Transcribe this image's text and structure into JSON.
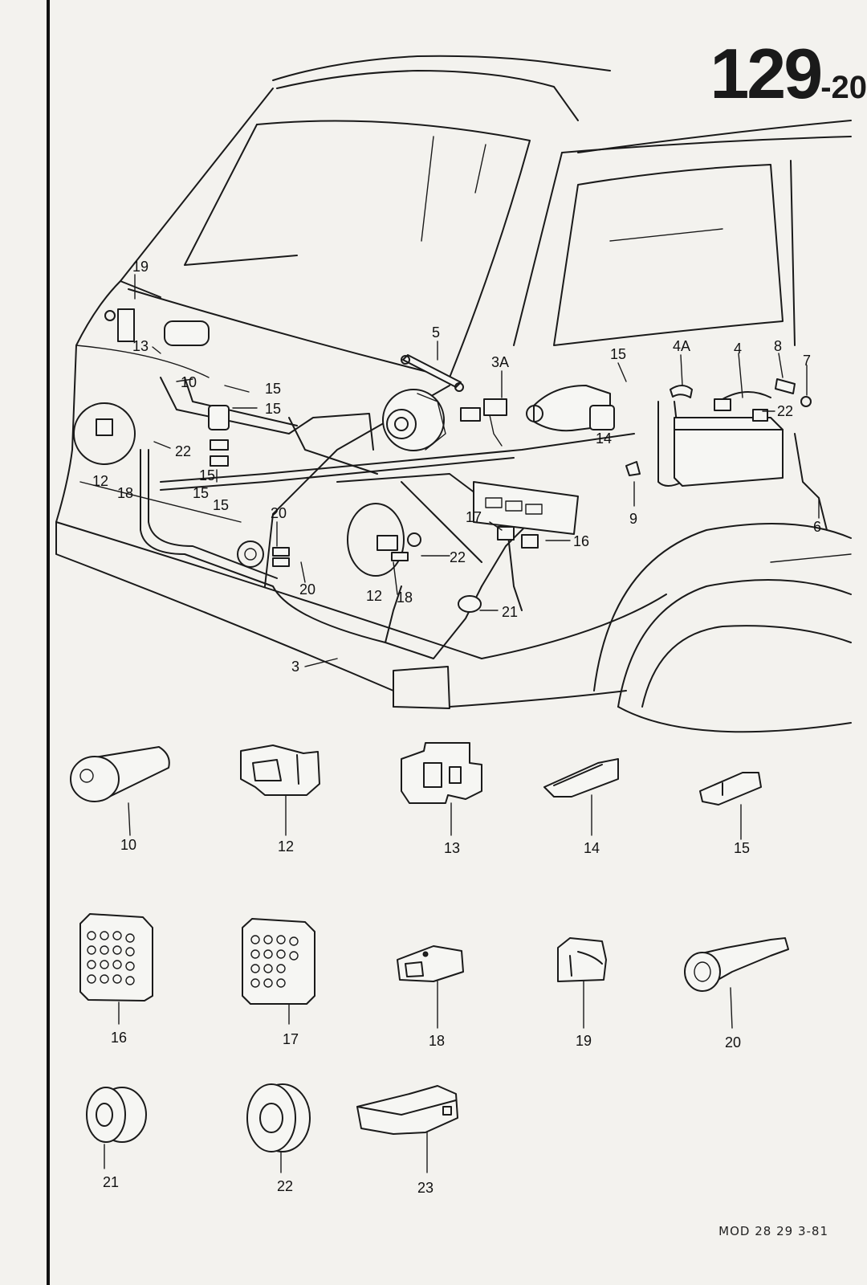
{
  "header": {
    "page_main": "129",
    "page_sub": "-20"
  },
  "footer": {
    "model_ref": "MOD 28 29 3-81"
  },
  "diagram": {
    "callouts": [
      "19",
      "13",
      "10",
      "15",
      "15",
      "15",
      "12",
      "22",
      "18",
      "15",
      "15",
      "5",
      "3A",
      "15",
      "4A",
      "4",
      "8",
      "7",
      "22",
      "14",
      "9",
      "6",
      "20",
      "17",
      "16",
      "20",
      "22",
      "12",
      "18",
      "21",
      "3"
    ],
    "parts": [
      {
        "label": "10"
      },
      {
        "label": "12"
      },
      {
        "label": "13"
      },
      {
        "label": "14"
      },
      {
        "label": "15"
      },
      {
        "label": "16"
      },
      {
        "label": "17"
      },
      {
        "label": "18"
      },
      {
        "label": "19"
      },
      {
        "label": "20"
      },
      {
        "label": "21"
      },
      {
        "label": "22"
      },
      {
        "label": "23"
      }
    ]
  }
}
